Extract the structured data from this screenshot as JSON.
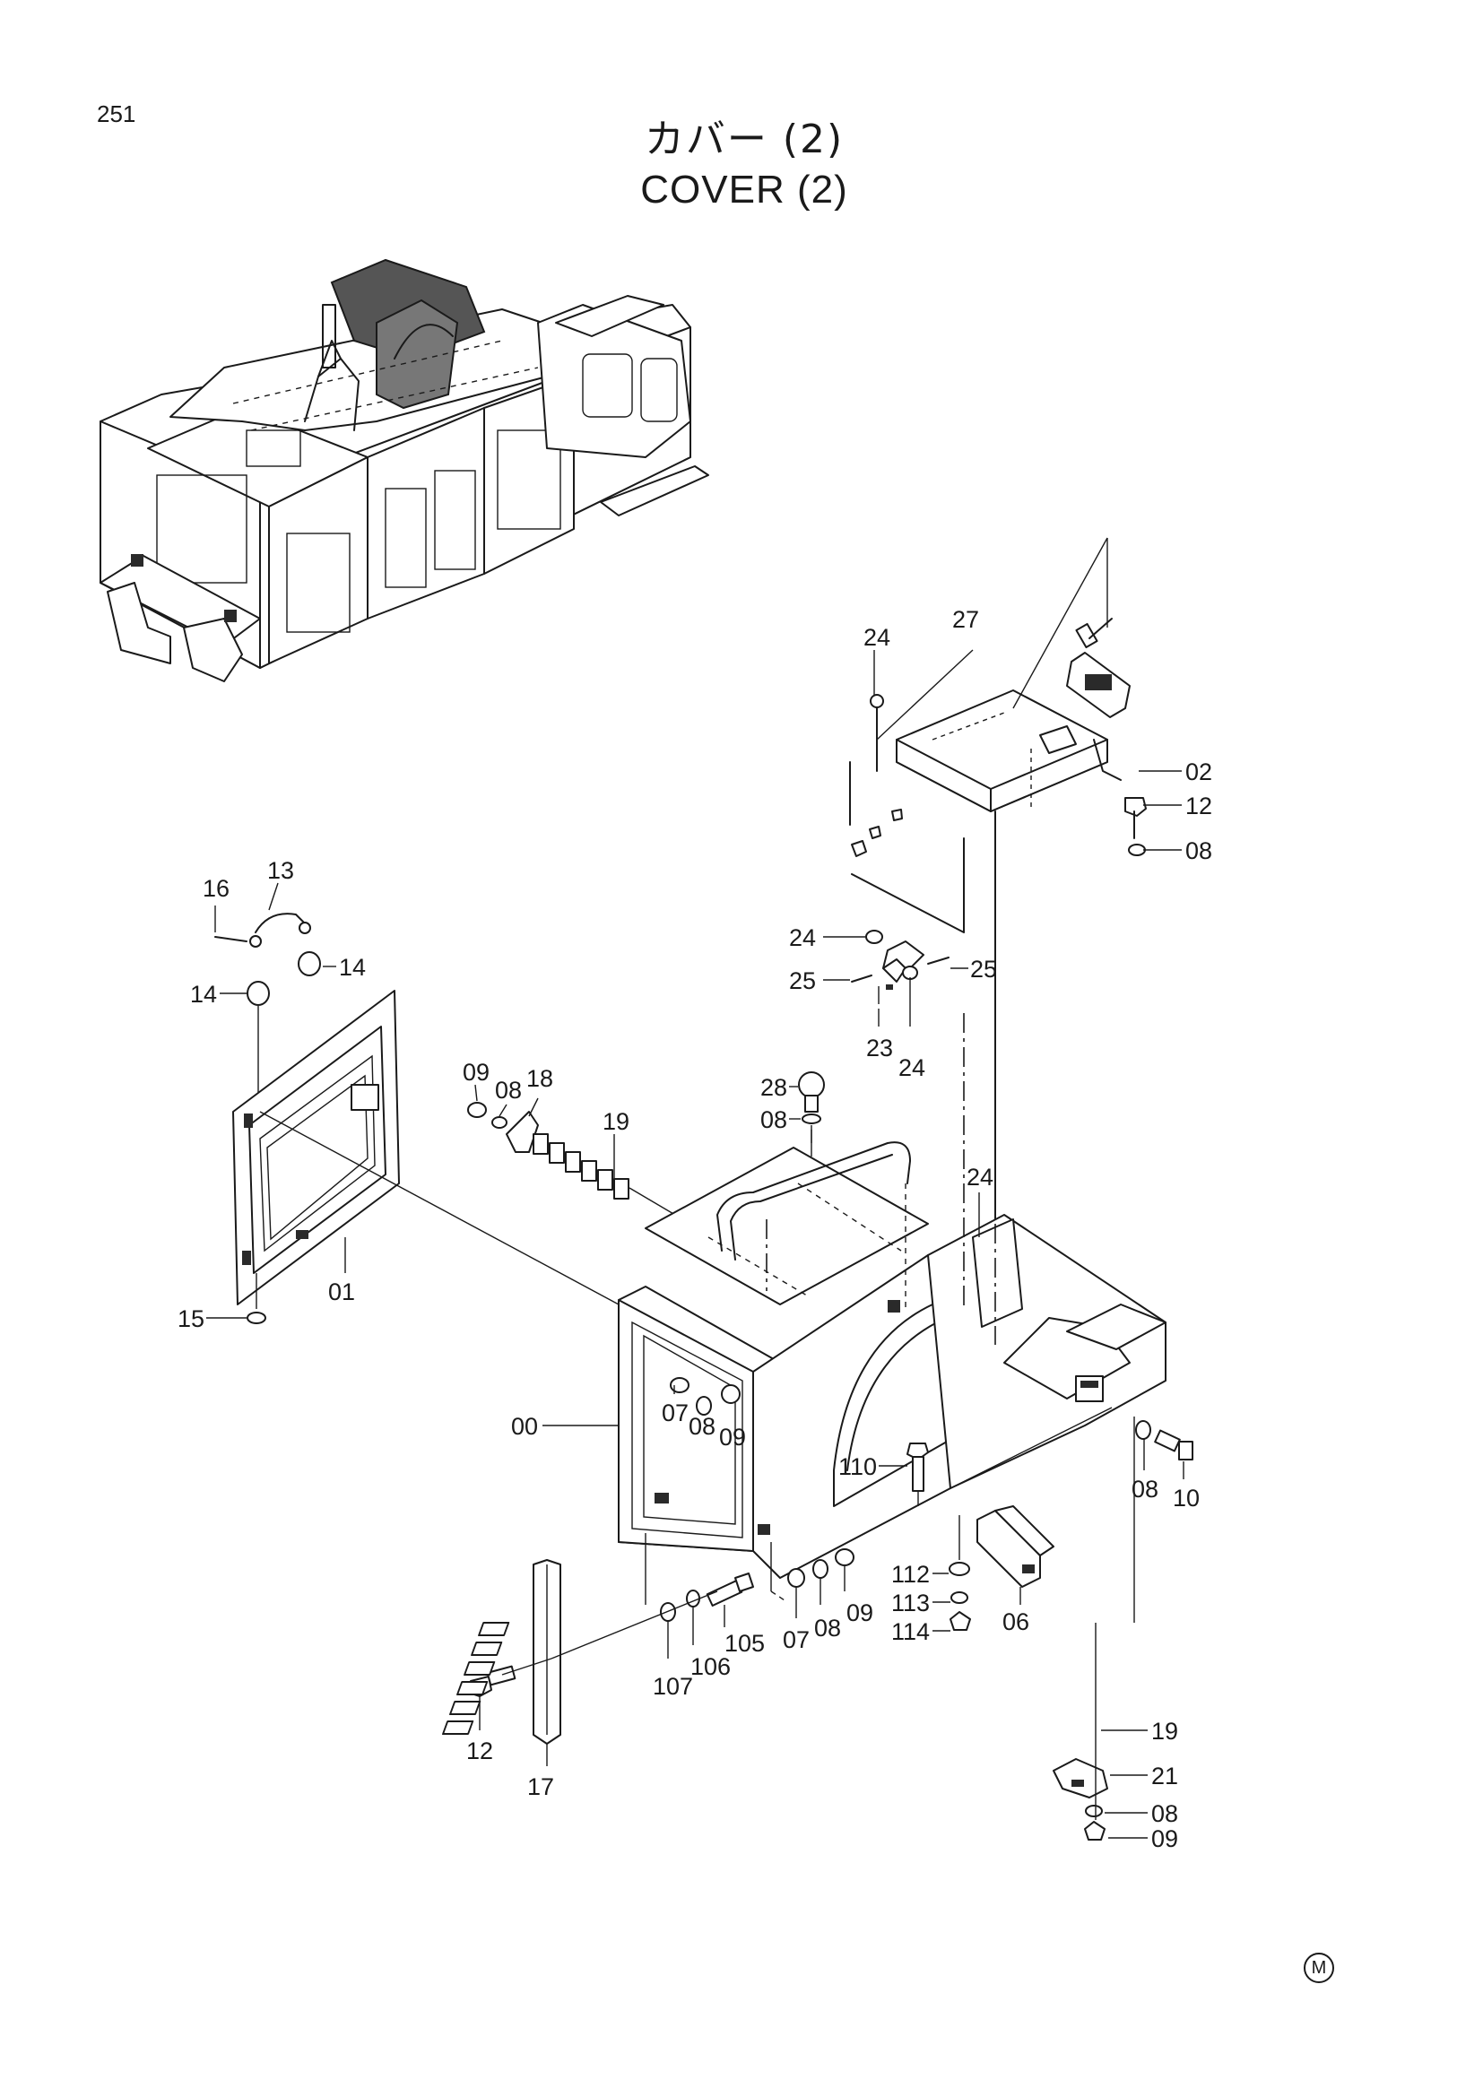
{
  "page": {
    "number": "251"
  },
  "title": {
    "japanese": "カバー (2)",
    "english": "COVER (2)"
  },
  "callouts": {
    "c24a": "24",
    "c27": "27",
    "c02": "02",
    "c12a": "12",
    "c08a": "08",
    "c16": "16",
    "c13": "13",
    "c14a": "14",
    "c14b": "14",
    "c24b": "24",
    "c25a": "25",
    "c25b": "25",
    "c23": "23",
    "c24c": "24",
    "c09a": "09",
    "c08b": "08",
    "c18": "18",
    "c19a": "19",
    "c28": "28",
    "c08c": "08",
    "c24d": "24",
    "c15": "15",
    "c01": "01",
    "c00": "00",
    "c07a": "07",
    "c08d": "08",
    "c09b": "09",
    "c110": "110",
    "c08e": "08",
    "c10": "10",
    "c112": "112",
    "c113": "113",
    "c114": "114",
    "c06": "06",
    "c105": "105",
    "c106": "106",
    "c107": "107",
    "c07b": "07",
    "c08f": "08",
    "c09c": "09",
    "c12b": "12",
    "c17": "17",
    "c19b": "19",
    "c21": "21",
    "c08g": "08",
    "c09d": "09"
  },
  "corner_mark": "M"
}
